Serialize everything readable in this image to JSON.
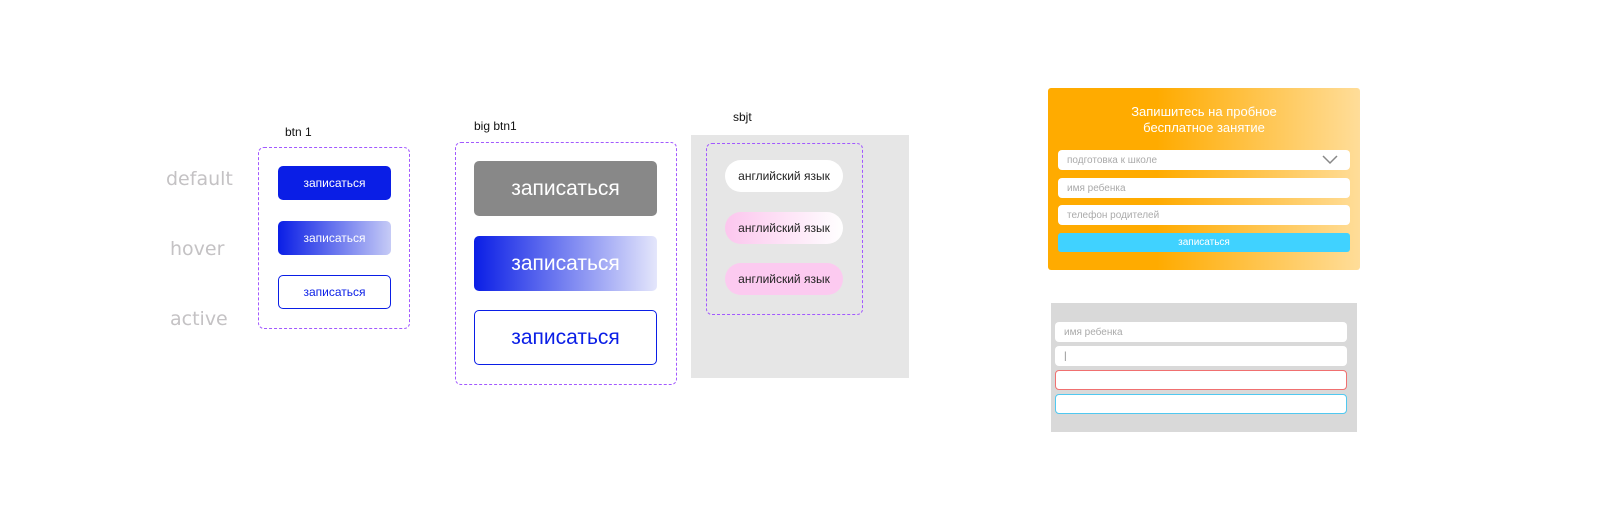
{
  "states": [
    "default",
    "hover",
    "active"
  ],
  "btn1": {
    "title": "btn 1",
    "label": "записаться"
  },
  "bigbtn": {
    "title": "big btn1",
    "label": "записаться"
  },
  "sbjt": {
    "title": "sbjt",
    "label": "английский язык"
  },
  "form": {
    "title_line1": "Запишитесь на пробное",
    "title_line2": "бесплатное занятие",
    "select_value": "подготовка к школе",
    "name_placeholder": "имя ребенка",
    "phone_placeholder": "телефон родителей",
    "submit": "записаться"
  },
  "inputs": {
    "name_placeholder": "имя ребенка",
    "typing_value": "|"
  },
  "colors": {
    "primary": "#0a1ee6",
    "accent": "#ffab00",
    "submit": "#40d2ff",
    "dash": "#a259ff",
    "pink": "#fccaf0"
  }
}
